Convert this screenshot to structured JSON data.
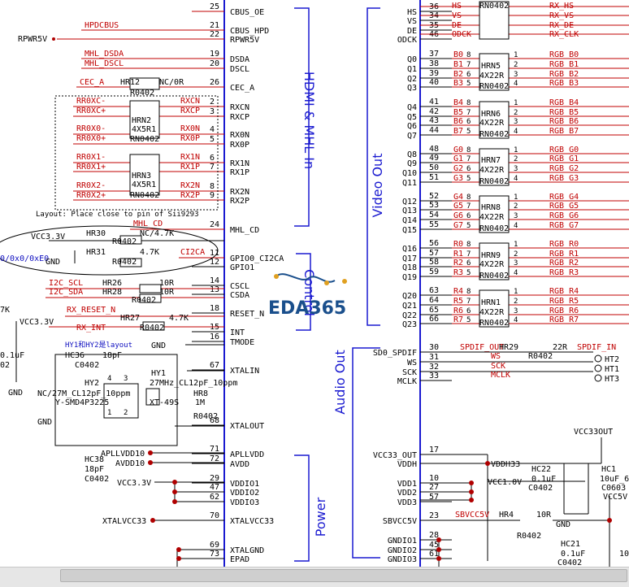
{
  "chip_pins": {
    "left": [
      {
        "num": "25",
        "name": "CBUS_OE"
      },
      {
        "num": "21",
        "name": "CBUS_HPD"
      },
      {
        "num": "22",
        "name": "RPWR5V"
      },
      {
        "num": "19",
        "name": "DSDA"
      },
      {
        "num": "20",
        "name": "DSCL"
      },
      {
        "num": "26",
        "name": "CEC_A"
      },
      {
        "num": "2",
        "name": "RXCN"
      },
      {
        "num": "3",
        "name": "RXCP"
      },
      {
        "num": "4",
        "name": "RX0N"
      },
      {
        "num": "5",
        "name": "RX0P"
      },
      {
        "num": "6",
        "name": "RX1N"
      },
      {
        "num": "7",
        "name": "RX1P"
      },
      {
        "num": "8",
        "name": "RX2N"
      },
      {
        "num": "9",
        "name": "RX2P"
      },
      {
        "num": "24",
        "name": "MHL_CD"
      },
      {
        "num": "11",
        "name": "GPIO0_CI2CA"
      },
      {
        "num": "12",
        "name": "GPIO1"
      },
      {
        "num": "14",
        "name": "CSCL"
      },
      {
        "num": "13",
        "name": "CSDA"
      },
      {
        "num": "18",
        "name": "RESET_N"
      },
      {
        "num": "15",
        "name": "INT"
      },
      {
        "num": "16",
        "name": "TMODE"
      },
      {
        "num": "67",
        "name": "XTALIN"
      },
      {
        "num": "68",
        "name": "XTALOUT"
      },
      {
        "num": "71",
        "name": "APLLVDD"
      },
      {
        "num": "72",
        "name": "AVDD"
      },
      {
        "num": "29",
        "name": "VDDIO1"
      },
      {
        "num": "47",
        "name": "VDDIO2"
      },
      {
        "num": "62",
        "name": "VDDIO3"
      },
      {
        "num": "70",
        "name": "XTALVCC33"
      },
      {
        "num": "69",
        "name": "XTALGND"
      },
      {
        "num": "73",
        "name": "EPAD"
      }
    ],
    "right": [
      {
        "num": "36",
        "name": "HS"
      },
      {
        "num": "34",
        "name": "VS"
      },
      {
        "num": "35",
        "name": "DE"
      },
      {
        "num": "46",
        "name": "ODCK"
      },
      {
        "num": "37",
        "name": "Q0"
      },
      {
        "num": "38",
        "name": "Q1"
      },
      {
        "num": "39",
        "name": "Q2"
      },
      {
        "num": "40",
        "name": "Q3"
      },
      {
        "num": "41",
        "name": "Q4"
      },
      {
        "num": "42",
        "name": "Q5"
      },
      {
        "num": "43",
        "name": "Q6"
      },
      {
        "num": "44",
        "name": "Q7"
      },
      {
        "num": "48",
        "name": "Q8"
      },
      {
        "num": "49",
        "name": "Q9"
      },
      {
        "num": "50",
        "name": "Q10"
      },
      {
        "num": "51",
        "name": "Q11"
      },
      {
        "num": "52",
        "name": "Q12"
      },
      {
        "num": "53",
        "name": "Q13"
      },
      {
        "num": "54",
        "name": "Q14"
      },
      {
        "num": "55",
        "name": "Q15"
      },
      {
        "num": "56",
        "name": "Q16"
      },
      {
        "num": "57",
        "name": "Q17"
      },
      {
        "num": "58",
        "name": "Q18"
      },
      {
        "num": "59",
        "name": "Q19"
      },
      {
        "num": "63",
        "name": "Q20"
      },
      {
        "num": "64",
        "name": "Q21"
      },
      {
        "num": "65",
        "name": "Q22"
      },
      {
        "num": "66",
        "name": "Q23"
      },
      {
        "num": "30",
        "name": "SD0_SPDIF"
      },
      {
        "num": "31",
        "name": "WS"
      },
      {
        "num": "32",
        "name": "SCK"
      },
      {
        "num": "33",
        "name": "MCLK"
      },
      {
        "num": "17",
        "name": "VCC33_OUT"
      },
      {
        "num": "",
        "name": "VDDH"
      },
      {
        "num": "10",
        "name": "VDD1"
      },
      {
        "num": "27",
        "name": "VDD2"
      },
      {
        "num": "57",
        "name": "VDD3"
      },
      {
        "num": "23",
        "name": "SBVCC5V"
      },
      {
        "num": "28",
        "name": "GNDIO1"
      },
      {
        "num": "45",
        "name": "GNDIO2"
      },
      {
        "num": "61",
        "name": "GNDIO3"
      }
    ]
  },
  "sections": {
    "hdmi": "HDMI & MHL In",
    "control": "Control",
    "video": "Video Out",
    "audio": "Audio Out",
    "power": "Power"
  },
  "left_nets": {
    "hpdcbus": "HPDCBUS",
    "rpwr5v": "RPWR5V",
    "mhl_dsda": "MHL_DSDA",
    "mhl_dscl": "MHL_DSCL",
    "cec_a": "CEC_A",
    "hr12": "HR12",
    "nc_0r": "NC/0R",
    "r0402": "R0402",
    "rxc_n": "RR0XC-",
    "rxc_p": "RR0XC+",
    "rx0_n": "RR0X0-",
    "rx0_p": "RR0X0+",
    "rx1_n": "RR0X1-",
    "rx1_p": "RR0X1+",
    "rx2_n": "RR0X2-",
    "rx2_p": "RR0X2+",
    "hrn2": "HRN2",
    "hrn3": "HRN3",
    "arr_val": "4X5R1",
    "rn0402": "RN0402",
    "layout_note": "Layout: Place close to pin of Sii9293",
    "mhl_cd": "MHL_CD",
    "vcc33v": "VCC3.3V",
    "hr30": "HR30",
    "nc_47k": "NC/4.7K",
    "hr31": "HR31",
    "v47k": "4.7K",
    "ci2ca": "CI2CA",
    "addr_note": "0/0x0/0xE0",
    "gnd": "GND",
    "i2c_scl": "I2C_SCL",
    "i2c_sda": "I2C_SDA",
    "hr26": "HR26",
    "hr28": "HR28",
    "v10r": "10R",
    "v7k": "7K",
    "rx_reset": "RX_RESET_N",
    "hr27": "HR27",
    "rx_int": "RX_INT",
    "v0_1uf": "0.1uF",
    "v02": "02",
    "hy_note": "HY1和HY2是layout",
    "hc36": "HC36",
    "v18pf": "18pF",
    "c0402": "C0402",
    "hy2": "HY2",
    "hy1": "HY1",
    "xtal_spec": "27MHz_CL12pF_10ppm",
    "nc_spec": "NC/27M_CL12pF_10ppm",
    "smd": "Y-SMD4P3225",
    "xt49s": "XT-49S",
    "hr8": "HR8",
    "v1m": "1M",
    "apllvdd10": "APLLVDD10",
    "avdd10": "AVDD10",
    "hc38": "HC38",
    "xtalvcc33": "XTALVCC33",
    "pin_nums": [
      "1",
      "2",
      "3",
      "4"
    ]
  },
  "right_nets": {
    "rx_hs": "RX_HS",
    "rx_vs": "RX_VS",
    "rx_de": "RX_DE",
    "rx_clk": "RX_CLK",
    "rgb_b": [
      "RGB_B0",
      "RGB_B1",
      "RGB_B2",
      "RGB_B3",
      "RGB_B4",
      "RGB_B5",
      "RGB_B6",
      "RGB_B7"
    ],
    "rgb_g": [
      "RGB_G0",
      "RGB_G1",
      "RGB_G2",
      "RGB_G3",
      "RGB_G4",
      "RGB_G5",
      "RGB_G6",
      "RGB_G7"
    ],
    "rgb_r": [
      "RGB_R0",
      "RGB_R1",
      "RGB_R2",
      "RGB_R3",
      "RGB_R4",
      "RGB_R5",
      "RGB_R6",
      "RGB_R7"
    ],
    "bus_b": [
      "B0",
      "B1",
      "B2",
      "B3",
      "B4",
      "B5",
      "B6",
      "B7"
    ],
    "bus_g": [
      "G0",
      "G1",
      "G2",
      "G3",
      "G4",
      "G5",
      "G6",
      "G7"
    ],
    "bus_r": [
      "R0",
      "R1",
      "R2",
      "R3",
      "R4",
      "R5",
      "R6",
      "R7"
    ],
    "sync_bus": [
      "HS",
      "VS",
      "DE",
      "ODCK"
    ],
    "arrays": [
      "HRN5",
      "HRN6",
      "HRN7",
      "HRN8",
      "HRN9",
      "HRN1"
    ],
    "arr_val": "4X22R",
    "rn0402": "RN0402",
    "spdif_out": "SPDIF_OUT",
    "hr29": "HR29",
    "v22r": "22R",
    "spdif_in": "SPDIF_IN",
    "ws": "WS",
    "sck": "SCK",
    "mclk": "MCLK",
    "ht2": "HT2",
    "ht1": "HT1",
    "ht3": "HT3",
    "vcc33out": "VCC33OUT",
    "vddh33": "VDDH33",
    "vcc1v0": "VCC1.0V",
    "hc22": "HC22",
    "v01uf": "0.1uF",
    "c0402": "C0402",
    "hc1": "HC1",
    "v10uf": "10uF_6",
    "c0603": "C0603",
    "gnd": "GND",
    "vcc5v": "VCC5V",
    "sbvcc5v": "SBVCC5V",
    "hr4": "HR4",
    "v10r": "10R",
    "r0402": "R0402",
    "hc21": "HC21",
    "v01uf2": "0.1uF",
    "c0402b": "C0402",
    "v10": "10",
    "arr_pins": [
      "1",
      "2",
      "3",
      "4",
      "5",
      "6",
      "7",
      "8"
    ]
  },
  "watermark": "EDA365"
}
